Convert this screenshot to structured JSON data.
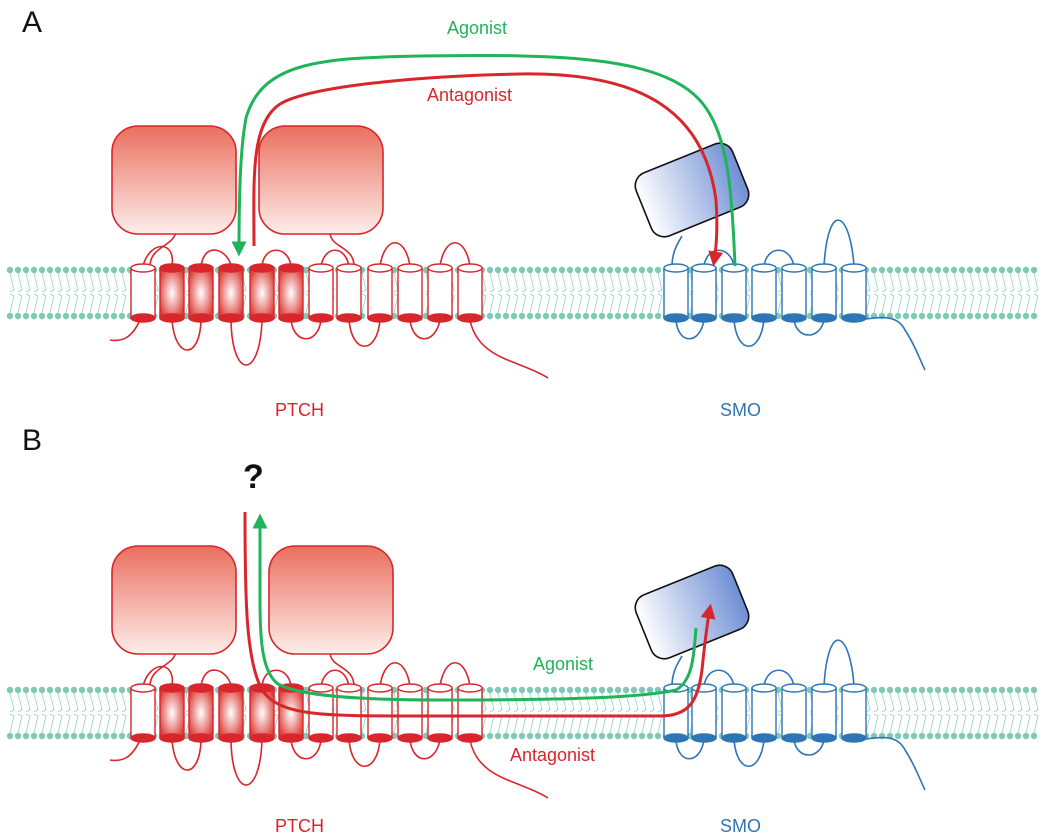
{
  "colors": {
    "ptch": "#d8262c",
    "smo": "#2e75b6",
    "agonist": "#1fb45a",
    "antagonist": "#d8262c",
    "membrane": "#7ec9b6",
    "text_dark": "#111111"
  },
  "panels": [
    {
      "label": "A",
      "ptch_label": "PTCH",
      "smo_label": "SMO",
      "agonist_label": "Agonist",
      "antagonist_label": "Antagonist"
    },
    {
      "label": "B",
      "ptch_label": "PTCH",
      "smo_label": "SMO",
      "agonist_label": "Agonist",
      "antagonist_label": "Antagonist",
      "question_mark": "?"
    }
  ]
}
